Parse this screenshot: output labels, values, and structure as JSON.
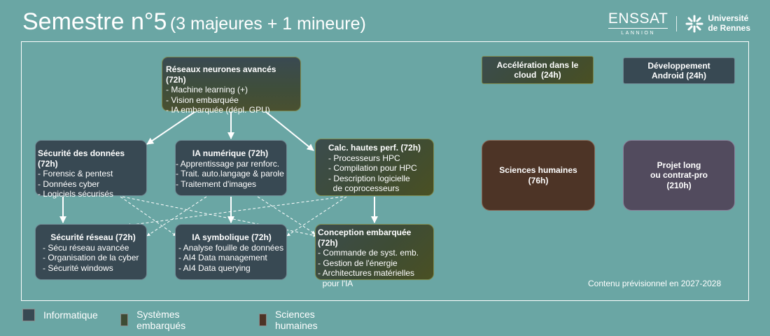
{
  "header": {
    "title_main": "Semestre n°5",
    "title_sub": "(3 majeures + 1 mineure)",
    "logo_enssat": "ENSSAT",
    "logo_enssat_sub": "LANNION",
    "logo_univ_line1": "Université",
    "logo_univ_line2": "de Rennes"
  },
  "boxes": {
    "reseaux": {
      "title": "Réseaux neurones avancés (72h)",
      "items": [
        "- Machine learning (+)",
        "- Vision embarquée",
        "- IA embarquée (dépl. GPU)"
      ]
    },
    "secu_donnees": {
      "title": "Sécurité des données (72h)",
      "items": [
        "- Forensic & pentest",
        "- Données cyber",
        "- Logiciels sécurisés"
      ]
    },
    "ia_numerique": {
      "title": "IA numérique (72h)",
      "items": [
        "- Apprentissage par renforc.",
        "- Trait. auto.langage & parole",
        "- Traitement d'images"
      ]
    },
    "calc_hpc": {
      "title": "Calc. hautes perf.  (72h)",
      "items": [
        "- Processeurs HPC",
        "- Compilation pour HPC",
        "- Description logicielle",
        "  de coprocesseurs"
      ]
    },
    "secu_reseau": {
      "title": "Sécurité réseau (72h)",
      "items": [
        "- Sécu réseau avancée",
        "- Organisation de la cyber",
        "- Sécurité windows"
      ]
    },
    "ia_symbolique": {
      "title": "IA symbolique (72h)",
      "items": [
        "- Analyse fouille de données",
        "- AI4 Data management",
        "- AI4 Data querying"
      ]
    },
    "conception": {
      "title": "Conception embarquée (72h)",
      "items": [
        "- Commande de syst. emb.",
        "- Gestion de l'énergie",
        "- Architectures matérielles",
        "  pour l'IA"
      ]
    },
    "cloud": {
      "lines": [
        "Accélération dans le",
        "cloud  (24h)"
      ]
    },
    "android": {
      "lines": [
        "Développement",
        "Android (24h)"
      ]
    },
    "sciences": {
      "lines": [
        "Sciences humaines",
        "(76h)"
      ]
    },
    "projet": {
      "lines": [
        "Projet long",
        "ou contrat-pro",
        "(210h)"
      ]
    }
  },
  "note": "Contenu prévisionnel en 2027-2028",
  "legend": [
    {
      "label": "Informatique",
      "color": "#384953"
    },
    {
      "label": "Systèmes embarqués",
      "color": "#3e4c35"
    },
    {
      "label": "Sciences humaines",
      "color": "#4d3426"
    }
  ]
}
